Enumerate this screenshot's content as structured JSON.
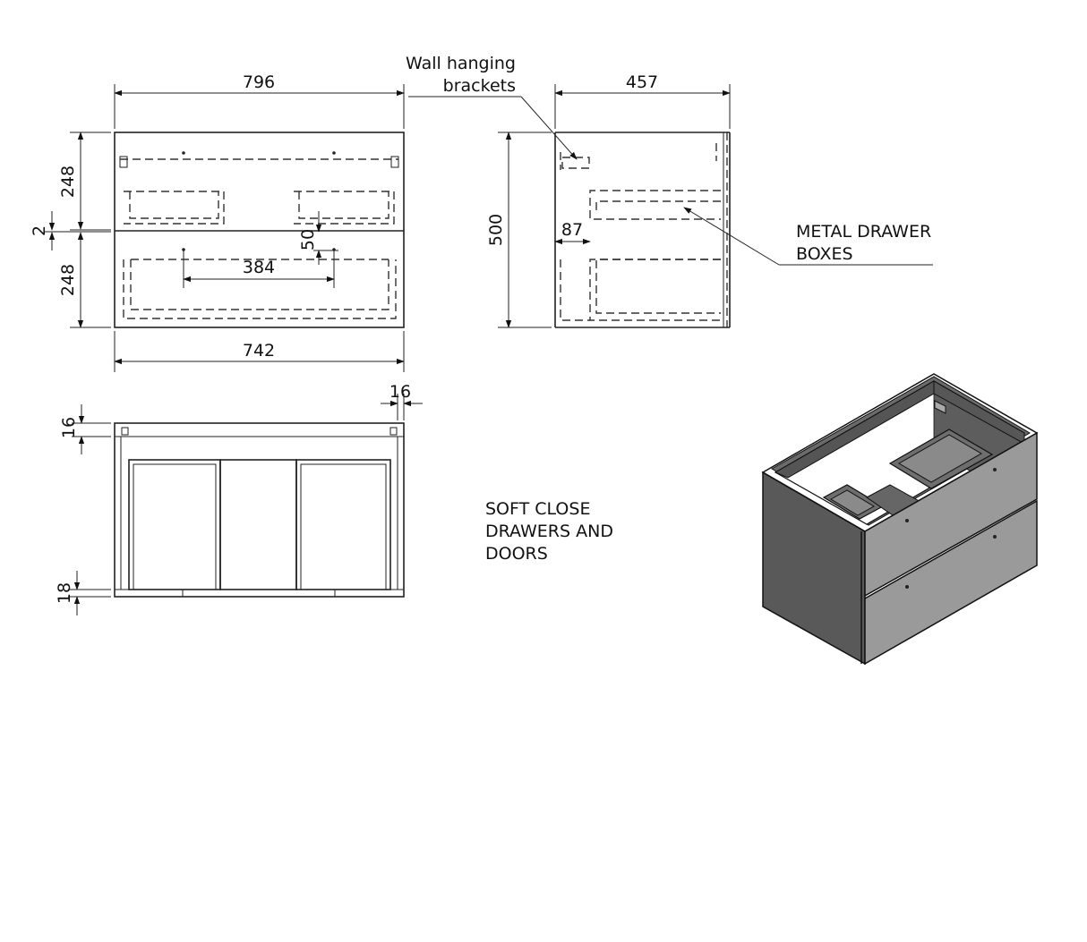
{
  "dimensions": {
    "front_top_width": "796",
    "front_bottom_width": "742",
    "front_upper_height": "248",
    "front_lower_height": "248",
    "front_gap": "2",
    "handle_offset": "50",
    "handle_spacing": "384",
    "side_depth": "457",
    "side_height": "500",
    "drawer_inset": "87",
    "plan_panel_width": "16",
    "plan_top_thickness": "16",
    "plan_bottom_thickness": "18"
  },
  "annotations": {
    "wall_brackets_line1": "Wall hanging",
    "wall_brackets_line2": "brackets",
    "metal_boxes_line1": "METAL DRAWER",
    "metal_boxes_line2": "BOXES",
    "soft_close_line1": "SOFT CLOSE",
    "soft_close_line2": "DRAWERS AND",
    "soft_close_line3": "DOORS"
  },
  "colors": {
    "cabinet_dark": "#595959",
    "cabinet_front": "#9a9a9a",
    "cabinet_inner": "#7a7a7a",
    "line": "#222222"
  }
}
